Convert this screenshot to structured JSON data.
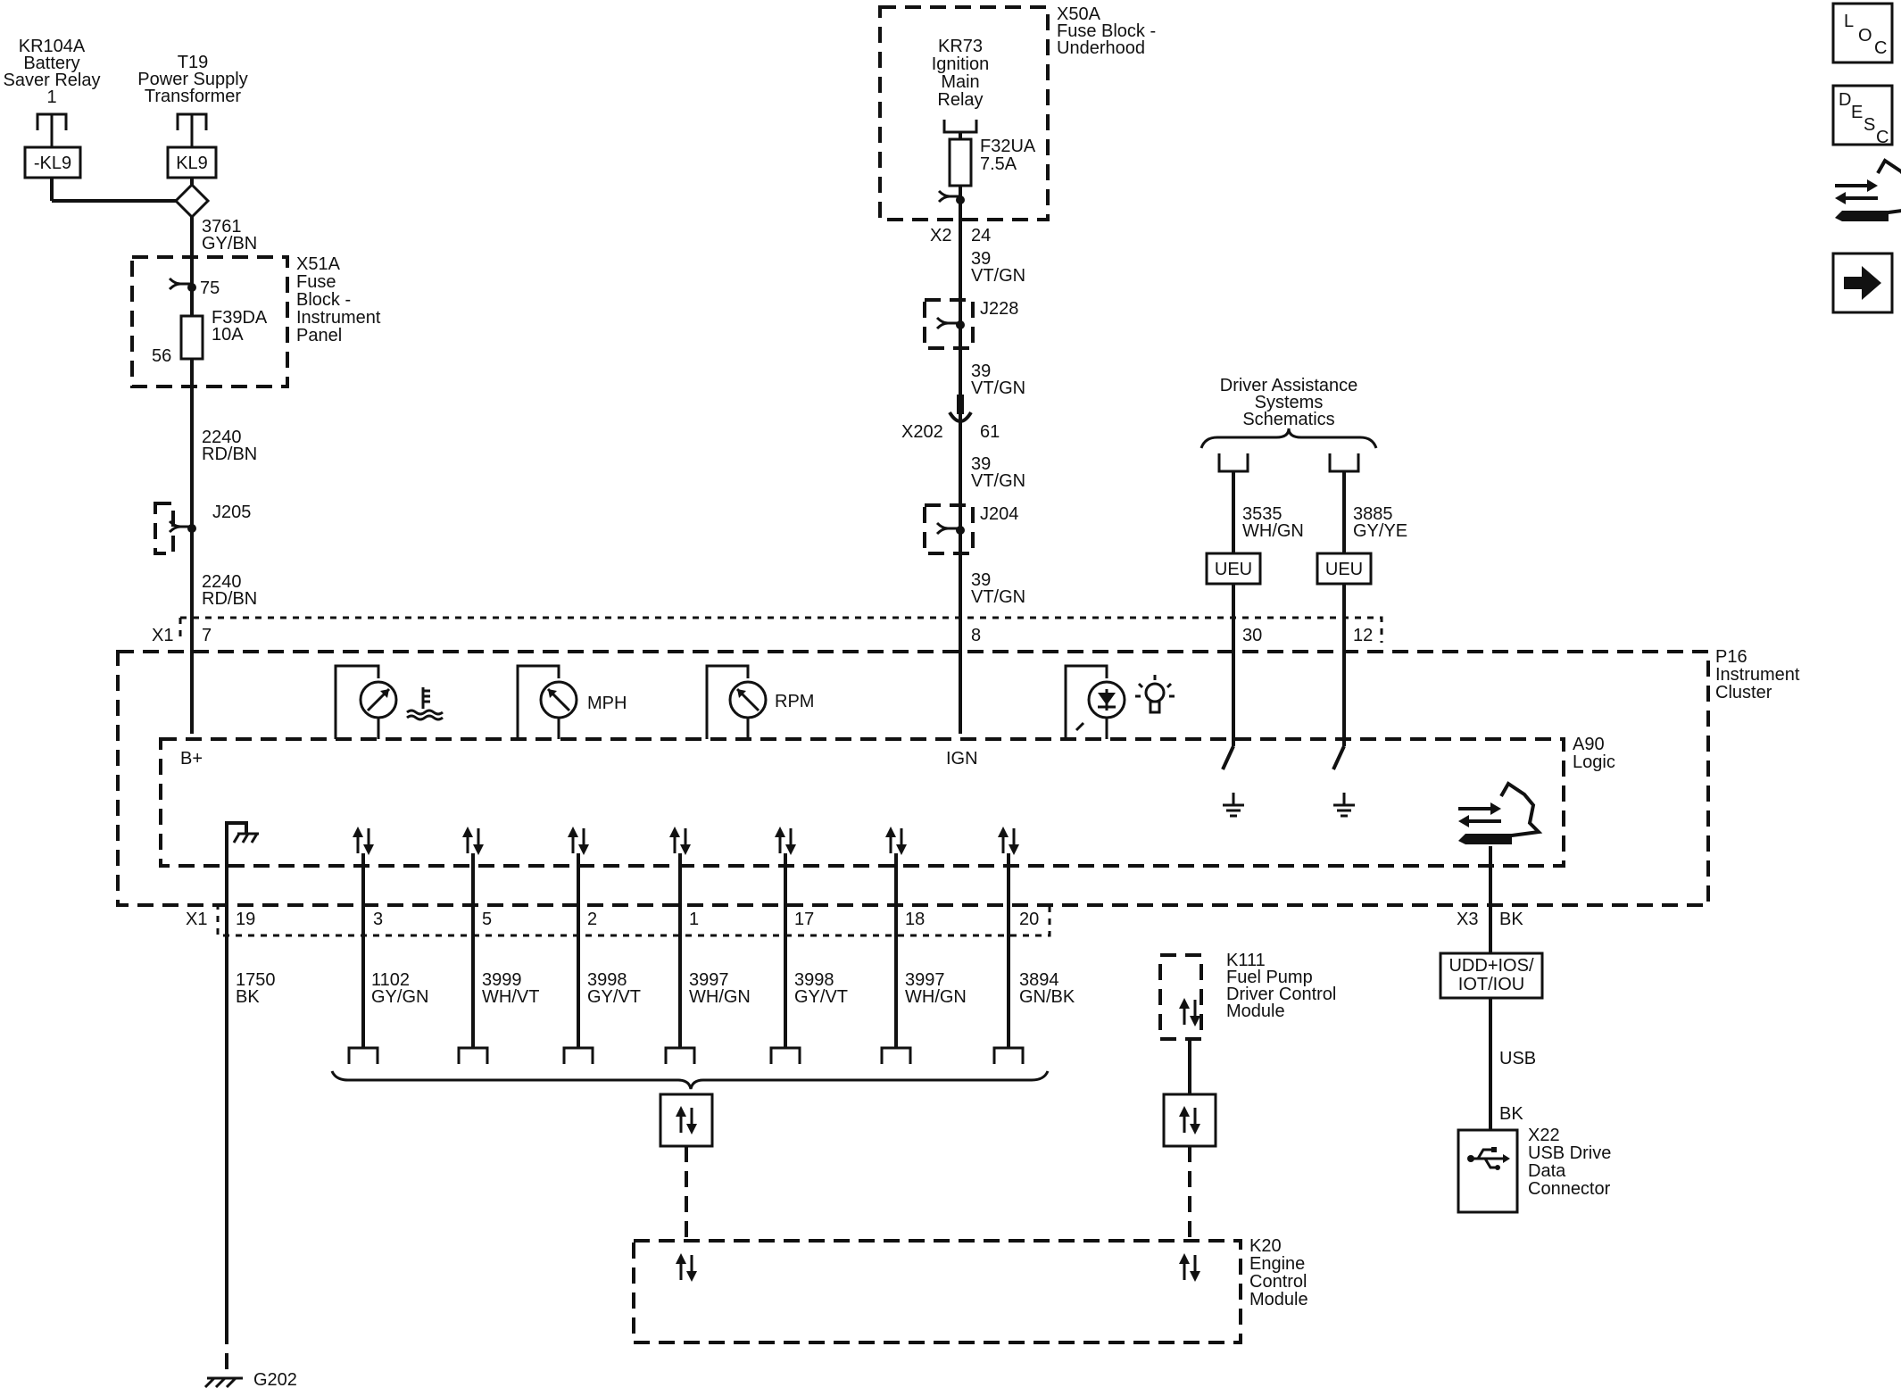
{
  "colors": {
    "ink": "#111111",
    "background": "#ffffff"
  },
  "top_left": {
    "kr104a": [
      "KR104A",
      "Battery",
      "Saver Relay",
      "1"
    ],
    "kl9_neg": "-KL9",
    "t19": [
      "T19",
      "Power Supply",
      "Transformer"
    ],
    "kl9": "KL9",
    "wire_3761": [
      "3761",
      "GY/BN"
    ],
    "x51a": [
      "X51A",
      "Fuse",
      "Block -",
      "Instrument",
      "Panel"
    ],
    "pin_75": "75",
    "pin_56": "56",
    "f39da": [
      "F39DA",
      "10A"
    ],
    "wire_2240_a": [
      "2240",
      "RD/BN"
    ],
    "j205": "J205",
    "wire_2240_b": [
      "2240",
      "RD/BN"
    ]
  },
  "top_center": {
    "x50a": [
      "X50A",
      "Fuse Block -",
      "Underhood"
    ],
    "kr73": [
      "KR73",
      "Ignition",
      "Main",
      "Relay"
    ],
    "f32ua": [
      "F32UA",
      "7.5A"
    ],
    "x2": "X2",
    "pin_24": "24",
    "wire_39_a": [
      "39",
      "VT/GN"
    ],
    "j228": "J228",
    "wire_39_b": [
      "39",
      "VT/GN"
    ],
    "x202": "X202",
    "pin_61": "61",
    "wire_39_c": [
      "39",
      "VT/GN"
    ],
    "j204": "J204",
    "wire_39_d": [
      "39",
      "VT/GN"
    ]
  },
  "driver_assist": {
    "title": [
      "Driver Assistance",
      "Systems",
      "Schematics"
    ],
    "wire_3535": [
      "3535",
      "WH/GN"
    ],
    "wire_3885": [
      "3885",
      "GY/YE"
    ],
    "ueu": "UEU"
  },
  "cluster": {
    "x1_top": "X1",
    "pins_top": [
      "7",
      "8",
      "30",
      "12"
    ],
    "p16": [
      "P16",
      "Instrument",
      "Cluster"
    ],
    "a90": [
      "A90",
      "Logic"
    ],
    "mph": "MPH",
    "rpm": "RPM",
    "b_plus": "B+",
    "ign": "IGN"
  },
  "bottom": {
    "x1_bottom": "X1",
    "pins": [
      "19",
      "3",
      "5",
      "2",
      "1",
      "17",
      "18",
      "20"
    ],
    "wires": [
      [
        "1750",
        "BK"
      ],
      [
        "1102",
        "GY/GN"
      ],
      [
        "3999",
        "WH/VT"
      ],
      [
        "3998",
        "GY/VT"
      ],
      [
        "3997",
        "WH/GN"
      ],
      [
        "3998",
        "GY/VT"
      ],
      [
        "3997",
        "WH/GN"
      ],
      [
        "3894",
        "GN/BK"
      ]
    ],
    "x3": "X3",
    "bk": "BK",
    "udd": [
      "UDD+IOS/",
      "IOT/IOU"
    ],
    "usb": "USB",
    "bk2": "BK",
    "x22": [
      "X22",
      "USB Drive",
      "Data",
      "Connector"
    ],
    "k111": [
      "K111",
      "Fuel Pump",
      "Driver Control",
      "Module"
    ],
    "k20": [
      "K20",
      "Engine",
      "Control",
      "Module"
    ],
    "g202": "G202"
  },
  "side_nav": {
    "loc": [
      "L",
      "O",
      "C"
    ],
    "desc": [
      "D",
      "E",
      "S",
      "C"
    ]
  },
  "icons": [
    "thermometer-icon",
    "speedometer-icon",
    "tachometer-icon",
    "lamp-icon",
    "data-link-icon",
    "bidirectional-arrow-icon",
    "usb-icon",
    "ground-icon",
    "arrow-right-icon"
  ]
}
